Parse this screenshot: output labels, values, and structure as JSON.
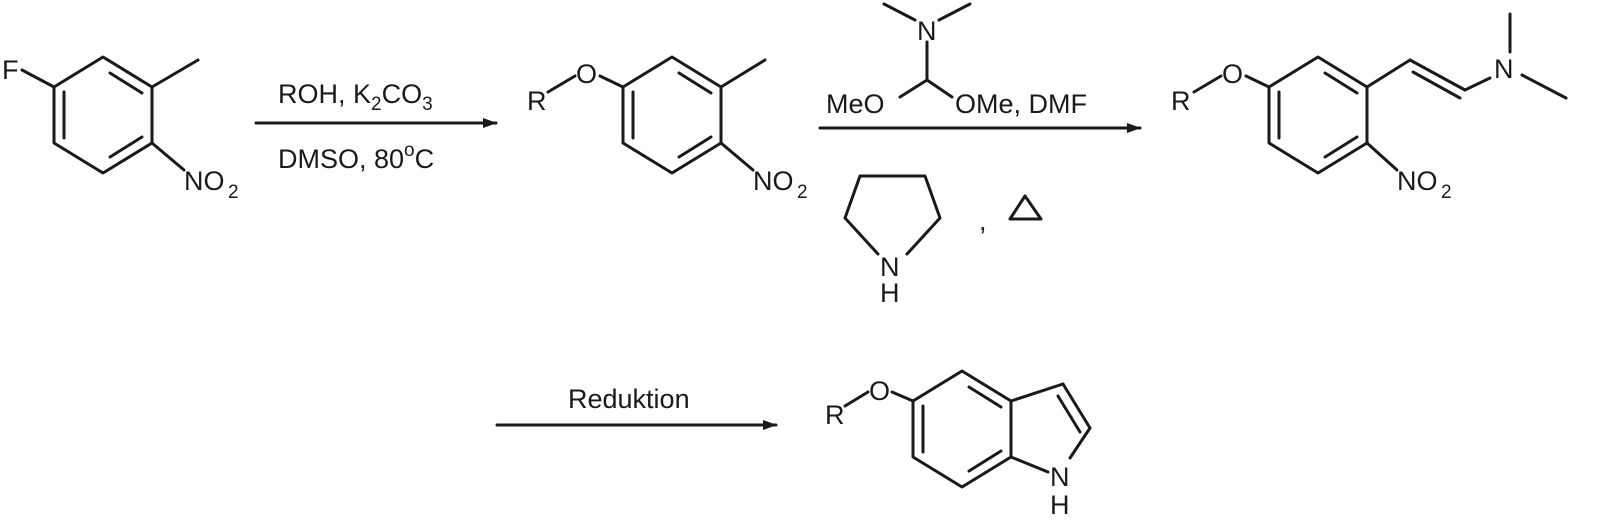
{
  "atoms": {
    "fluoro": "F",
    "nitro_main": "NO",
    "nitro_sub": "2",
    "oxygen": "O",
    "r_group": "R",
    "nitrogen": "N",
    "hydrogen": "H",
    "methoxy_left": "MeO"
  },
  "step1": {
    "reagent_top_main": "ROH, K",
    "reagent_top_sub1": "2",
    "reagent_top_mid": "CO",
    "reagent_top_sub2": "3",
    "conditions_bottom_main": "DMSO, 80",
    "conditions_bottom_sup": "o",
    "conditions_bottom_end": "C"
  },
  "step2": {
    "reagent_right": "OMe, DMF",
    "separator": ",",
    "heat_symbol": "Δ"
  },
  "step3": {
    "label": "Reduktion"
  }
}
